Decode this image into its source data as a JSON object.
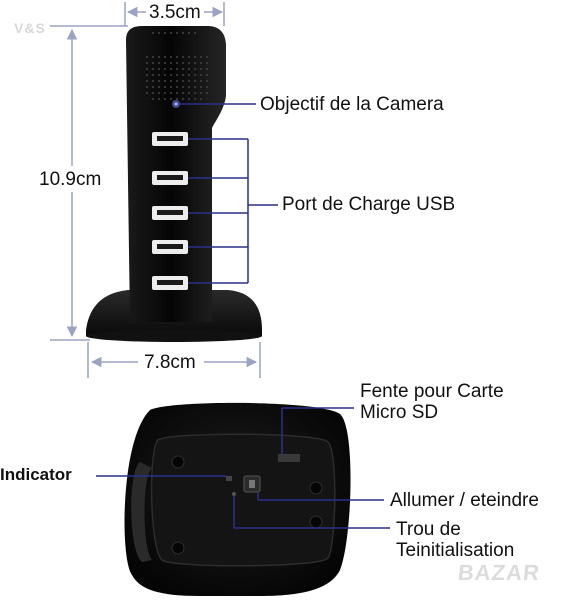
{
  "watermark_top": "V&S",
  "watermark_bottom": "BAZAR",
  "dimensions": {
    "width": "3.5cm",
    "height": "10.9cm",
    "depth": "7.8cm"
  },
  "labels": {
    "camera": "Objectif de la Camera",
    "usb": "Port de Charge USB",
    "sd_line1": "Fente pour Carte",
    "sd_line2": "Micro SD",
    "indicator": "Indicator",
    "power": "Allumer / eteindre",
    "reset_line1": "Trou de",
    "reset_line2": "Teinitialisation"
  },
  "colors": {
    "callout_line": "#2b2f8a",
    "device_body": "#0c0c0c",
    "usb_port": "#f2f2f2"
  },
  "icons": [
    "usb-port-icon",
    "camera-lens-icon",
    "micro-sd-slot-icon",
    "power-switch-icon"
  ]
}
